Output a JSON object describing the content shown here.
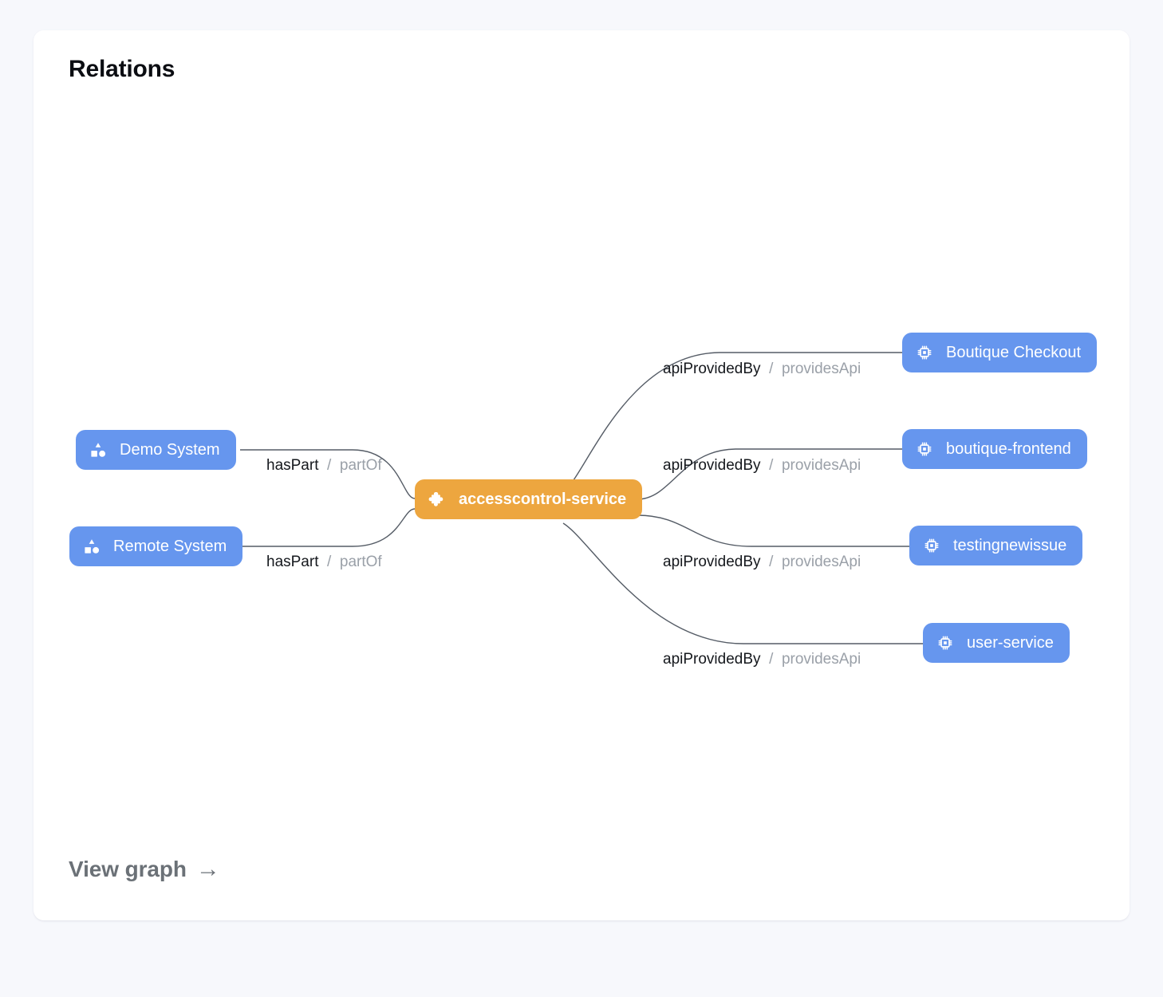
{
  "card": {
    "title": "Relations",
    "footer": {
      "label": "View graph",
      "arrow": "→",
      "arrow_icon": "arrow-right-icon"
    }
  },
  "colors": {
    "page_background": "#f7f8fc",
    "card_background": "#ffffff",
    "node_blue": "#6696ee",
    "node_orange": "#eda63f",
    "edge_stroke": "#555c66",
    "label_forward": "#15181d",
    "label_backward": "#9aa0a8",
    "footer_text": "#6b7177"
  },
  "graph": {
    "center_node": {
      "id": "accesscontrol-service",
      "label": "accesscontrol-service",
      "kind": "component",
      "icon": "puzzle-piece-icon",
      "color": "#eda63f"
    },
    "nodes": [
      {
        "id": "demo-system",
        "label": "Demo System",
        "kind": "system",
        "icon": "shapes-category-icon",
        "color": "#6696ee",
        "side": "left"
      },
      {
        "id": "remote-system",
        "label": "Remote System",
        "kind": "system",
        "icon": "shapes-category-icon",
        "color": "#6696ee",
        "side": "left"
      },
      {
        "id": "boutique-checkout",
        "label": "Boutique Checkout",
        "kind": "api",
        "icon": "cpu-chip-icon",
        "color": "#6696ee",
        "side": "right"
      },
      {
        "id": "boutique-frontend",
        "label": "boutique-frontend",
        "kind": "api",
        "icon": "cpu-chip-icon",
        "color": "#6696ee",
        "side": "right"
      },
      {
        "id": "testingnewissue",
        "label": "testingnewissue",
        "kind": "api",
        "icon": "cpu-chip-icon",
        "color": "#6696ee",
        "side": "right"
      },
      {
        "id": "user-service",
        "label": "user-service",
        "kind": "api",
        "icon": "cpu-chip-icon",
        "color": "#6696ee",
        "side": "right"
      }
    ],
    "edges": [
      {
        "from": "demo-system",
        "to": "accesscontrol-service",
        "forward": "hasPart",
        "separator": "/",
        "backward": "partOf"
      },
      {
        "from": "remote-system",
        "to": "accesscontrol-service",
        "forward": "hasPart",
        "separator": "/",
        "backward": "partOf"
      },
      {
        "from": "accesscontrol-service",
        "to": "boutique-checkout",
        "forward": "apiProvidedBy",
        "separator": "/",
        "backward": "providesApi"
      },
      {
        "from": "accesscontrol-service",
        "to": "boutique-frontend",
        "forward": "apiProvidedBy",
        "separator": "/",
        "backward": "providesApi"
      },
      {
        "from": "accesscontrol-service",
        "to": "testingnewissue",
        "forward": "apiProvidedBy",
        "separator": "/",
        "backward": "providesApi"
      },
      {
        "from": "accesscontrol-service",
        "to": "user-service",
        "forward": "apiProvidedBy",
        "separator": "/",
        "backward": "providesApi"
      }
    ]
  }
}
